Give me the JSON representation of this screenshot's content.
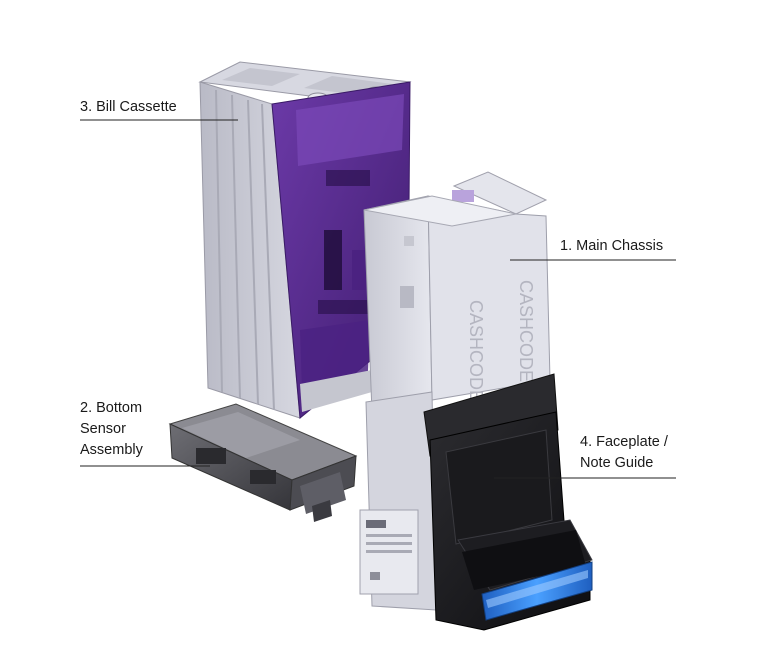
{
  "callouts": {
    "bill_cassette": "3. Bill Cassette",
    "main_chassis": "1.   Main Chassis",
    "bottom_sensor": [
      "2. Bottom",
      "Sensor",
      "Assembly"
    ],
    "faceplate": [
      "4. Faceplate /",
      "Note Guide"
    ]
  },
  "colors": {
    "cassette_grey": "#c9cad4",
    "cassette_purple": "#5b2a93",
    "chassis_grey": "#dcdde6",
    "faceplate_black": "#1c1c1e",
    "bezel_blue": "#2f7fe0"
  }
}
